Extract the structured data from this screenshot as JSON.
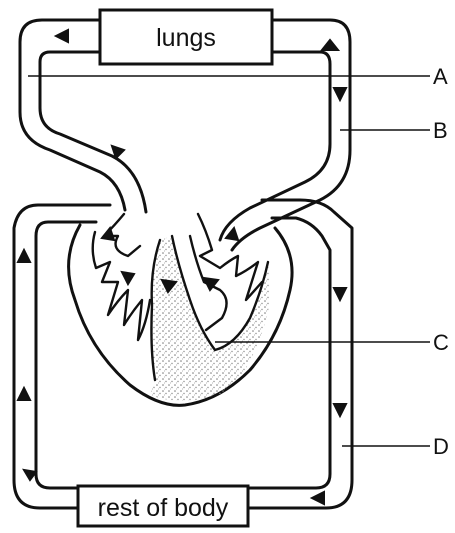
{
  "organs": {
    "lungs": "lungs",
    "body": "rest of body"
  },
  "labels": {
    "a": "A",
    "b": "B",
    "c": "C",
    "d": "D"
  },
  "colors": {
    "ink": "#111111",
    "paper": "#ffffff",
    "stipple": "#7a7a7a"
  }
}
